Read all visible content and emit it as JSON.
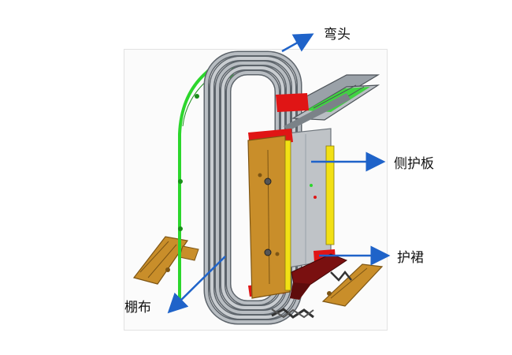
{
  "labels": {
    "elbow": "弯头",
    "side_guard": "侧护板",
    "skirt": "护裙",
    "canopy": "棚布"
  },
  "colors": {
    "arrow": "#1f63c9",
    "tube": "#9aa1a8",
    "tube_dark": "#5d646b",
    "rail": "#2cd62c",
    "panel": "#c98e2a",
    "panel_edge": "#7d5514",
    "red_bracket": "#e01515",
    "yellow_bar": "#f2e015",
    "skirt": "#7a1010",
    "gray_plate": "#bfc3c7"
  },
  "icons": {
    "arrow": "arrow-icon"
  }
}
